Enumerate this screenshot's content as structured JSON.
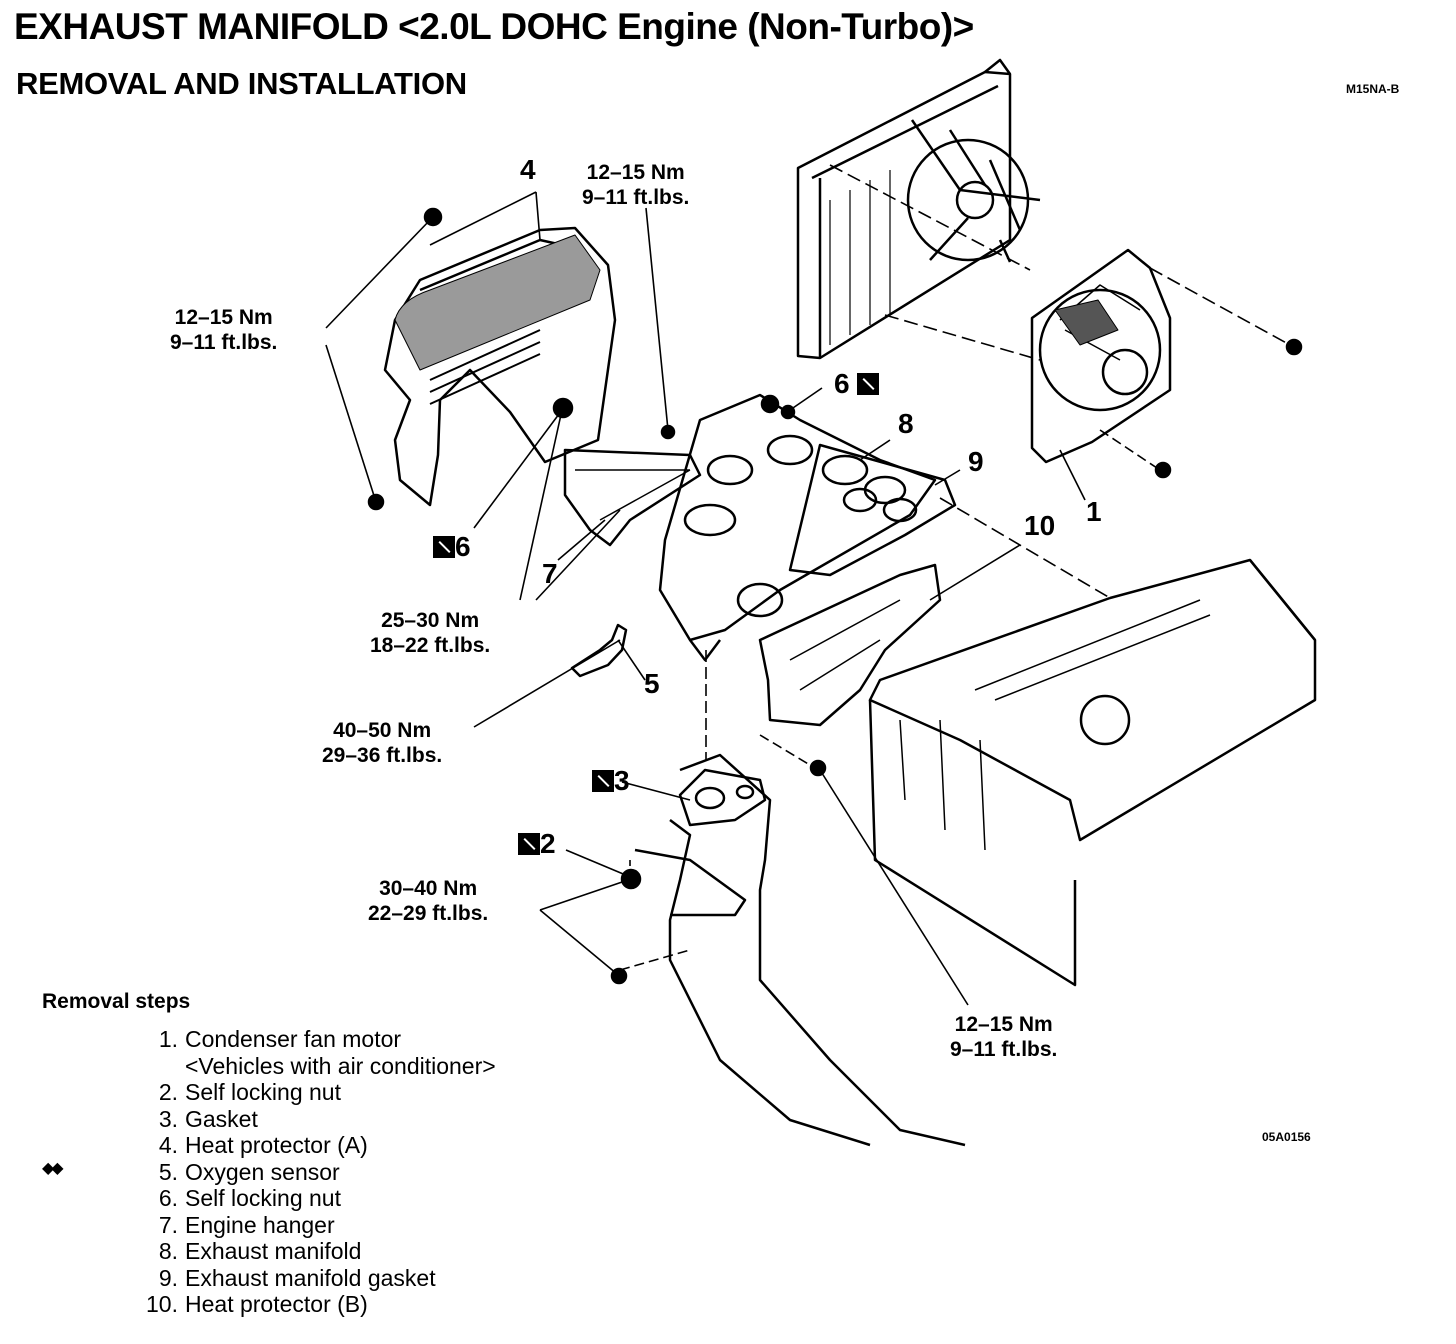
{
  "header": {
    "title": "EXHAUST MANIFOLD <2.0L DOHC Engine (Non-Turbo)>",
    "subtitle": "REMOVAL AND INSTALLATION",
    "code": "M15NA-B"
  },
  "figure_code": "05A0156",
  "torque_specs": {
    "t_top_center": [
      "12–15 Nm",
      "9–11 ft.lbs."
    ],
    "t_top_left": [
      "12–15 Nm",
      "9–11 ft.lbs."
    ],
    "t_mid_left": [
      "25–30 Nm",
      "18–22 ft.lbs."
    ],
    "t_sensor": [
      "40–50 Nm",
      "29–36 ft.lbs."
    ],
    "t_lower_left": [
      "30–40 Nm",
      "22–29 ft.lbs."
    ],
    "t_lower_right": [
      "12–15 Nm",
      "9–11 ft.lbs."
    ]
  },
  "callouts": {
    "c1": "1",
    "c2": "2",
    "c3": "3",
    "c4": "4",
    "c5": "5",
    "c6a": "6",
    "c6b": "6",
    "c7": "7",
    "c8": "8",
    "c9": "9",
    "c10": "10"
  },
  "removal": {
    "title": "Removal steps",
    "marker": "◆◆",
    "steps": [
      {
        "num": "1.",
        "text": "Condenser fan motor",
        "sub": "<Vehicles with air conditioner>"
      },
      {
        "num": "2.",
        "text": "Self locking nut"
      },
      {
        "num": "3.",
        "text": "Gasket"
      },
      {
        "num": "4.",
        "text": "Heat protector (A)"
      },
      {
        "num": "5.",
        "text": "Oxygen sensor"
      },
      {
        "num": "6.",
        "text": "Self locking nut"
      },
      {
        "num": "7.",
        "text": "Engine hanger"
      },
      {
        "num": "8.",
        "text": "Exhaust manifold"
      },
      {
        "num": "9.",
        "text": "Exhaust manifold gasket"
      },
      {
        "num": "10.",
        "text": "Heat protector (B)"
      }
    ]
  }
}
